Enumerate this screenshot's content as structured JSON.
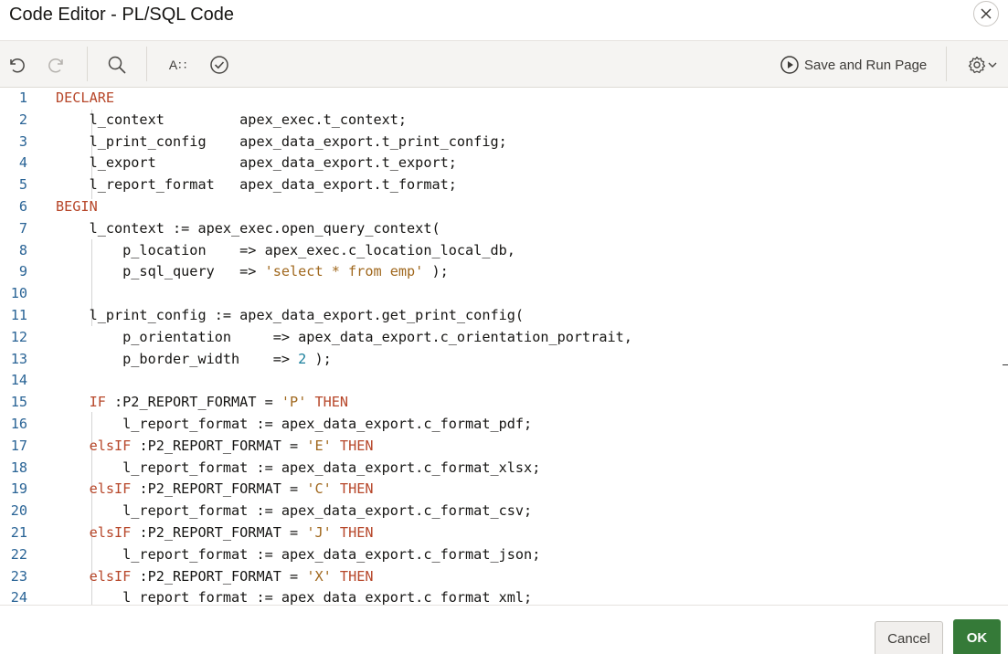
{
  "dialog": {
    "title": "Code Editor - PL/SQL Code",
    "close_icon": "close-icon"
  },
  "toolbar": {
    "undo_icon": "undo-icon",
    "redo_icon": "redo-icon",
    "search_icon": "search-icon",
    "font_size_label": "A∷",
    "validate_icon": "check-circle-icon",
    "save_run_label": "Save and Run Page",
    "play_icon": "play-circle-icon",
    "settings_icon": "gear-icon",
    "chevron_icon": "chevron-down-icon"
  },
  "editor": {
    "lines": [
      {
        "n": "1",
        "tokens": [
          {
            "t": "DECLARE",
            "c": "kw"
          }
        ]
      },
      {
        "n": "2",
        "tokens": [
          {
            "t": "    l_context         apex_exec.t_context;",
            "c": ""
          }
        ]
      },
      {
        "n": "3",
        "tokens": [
          {
            "t": "    l_print_config    apex_data_export.t_print_config;",
            "c": ""
          }
        ]
      },
      {
        "n": "4",
        "tokens": [
          {
            "t": "    l_export          apex_data_export.t_export;",
            "c": ""
          }
        ]
      },
      {
        "n": "5",
        "tokens": [
          {
            "t": "    l_report_format   apex_data_export.t_format;",
            "c": ""
          }
        ]
      },
      {
        "n": "6",
        "tokens": [
          {
            "t": "BEGIN",
            "c": "kw"
          }
        ]
      },
      {
        "n": "7",
        "tokens": [
          {
            "t": "    l_context := apex_exec.open_query_context(",
            "c": ""
          }
        ]
      },
      {
        "n": "8",
        "tokens": [
          {
            "t": "        p_location    => apex_exec.c_location_local_db,",
            "c": ""
          }
        ]
      },
      {
        "n": "9",
        "tokens": [
          {
            "t": "        p_sql_query   => ",
            "c": ""
          },
          {
            "t": "'select * from emp'",
            "c": "str"
          },
          {
            "t": " );",
            "c": ""
          }
        ]
      },
      {
        "n": "10",
        "tokens": [
          {
            "t": "",
            "c": ""
          }
        ]
      },
      {
        "n": "11",
        "tokens": [
          {
            "t": "    l_print_config := apex_data_export.get_print_config(",
            "c": ""
          }
        ]
      },
      {
        "n": "12",
        "tokens": [
          {
            "t": "        p_orientation     => apex_data_export.c_orientation_portrait,",
            "c": ""
          }
        ]
      },
      {
        "n": "13",
        "tokens": [
          {
            "t": "        p_border_width    => ",
            "c": ""
          },
          {
            "t": "2",
            "c": "num"
          },
          {
            "t": " );",
            "c": ""
          }
        ]
      },
      {
        "n": "14",
        "tokens": [
          {
            "t": "",
            "c": ""
          }
        ]
      },
      {
        "n": "15",
        "tokens": [
          {
            "t": "    ",
            "c": ""
          },
          {
            "t": "IF",
            "c": "kw"
          },
          {
            "t": " :P2_REPORT_FORMAT = ",
            "c": ""
          },
          {
            "t": "'P'",
            "c": "str"
          },
          {
            "t": " ",
            "c": ""
          },
          {
            "t": "THEN",
            "c": "kw"
          }
        ]
      },
      {
        "n": "16",
        "tokens": [
          {
            "t": "        l_report_format := apex_data_export.c_format_pdf;",
            "c": ""
          }
        ]
      },
      {
        "n": "17",
        "tokens": [
          {
            "t": "    ",
            "c": ""
          },
          {
            "t": "elsIF",
            "c": "kw"
          },
          {
            "t": " :P2_REPORT_FORMAT = ",
            "c": ""
          },
          {
            "t": "'E'",
            "c": "str"
          },
          {
            "t": " ",
            "c": ""
          },
          {
            "t": "THEN",
            "c": "kw"
          }
        ]
      },
      {
        "n": "18",
        "tokens": [
          {
            "t": "        l_report_format := apex_data_export.c_format_xlsx;",
            "c": ""
          }
        ]
      },
      {
        "n": "19",
        "tokens": [
          {
            "t": "    ",
            "c": ""
          },
          {
            "t": "elsIF",
            "c": "kw"
          },
          {
            "t": " :P2_REPORT_FORMAT = ",
            "c": ""
          },
          {
            "t": "'C'",
            "c": "str"
          },
          {
            "t": " ",
            "c": ""
          },
          {
            "t": "THEN",
            "c": "kw"
          }
        ]
      },
      {
        "n": "20",
        "tokens": [
          {
            "t": "        l_report_format := apex_data_export.c_format_csv;",
            "c": ""
          }
        ]
      },
      {
        "n": "21",
        "tokens": [
          {
            "t": "    ",
            "c": ""
          },
          {
            "t": "elsIF",
            "c": "kw"
          },
          {
            "t": " :P2_REPORT_FORMAT = ",
            "c": ""
          },
          {
            "t": "'J'",
            "c": "str"
          },
          {
            "t": " ",
            "c": ""
          },
          {
            "t": "THEN",
            "c": "kw"
          }
        ]
      },
      {
        "n": "22",
        "tokens": [
          {
            "t": "        l_report_format := apex_data_export.c_format_json;",
            "c": ""
          }
        ]
      },
      {
        "n": "23",
        "tokens": [
          {
            "t": "    ",
            "c": ""
          },
          {
            "t": "elsIF",
            "c": "kw"
          },
          {
            "t": " :P2_REPORT_FORMAT = ",
            "c": ""
          },
          {
            "t": "'X'",
            "c": "str"
          },
          {
            "t": " ",
            "c": ""
          },
          {
            "t": "THEN",
            "c": "kw"
          }
        ]
      },
      {
        "n": "24",
        "tokens": [
          {
            "t": "        l_report_format := apex_data_export.c_format_xml;",
            "c": ""
          }
        ]
      }
    ]
  },
  "footer": {
    "cancel_label": "Cancel",
    "ok_label": "OK"
  },
  "colors": {
    "keyword": "#b7472a",
    "string": "#a0681e",
    "number": "#1a7f9c",
    "line_number": "#2a6496",
    "ok_button": "#357a38"
  }
}
